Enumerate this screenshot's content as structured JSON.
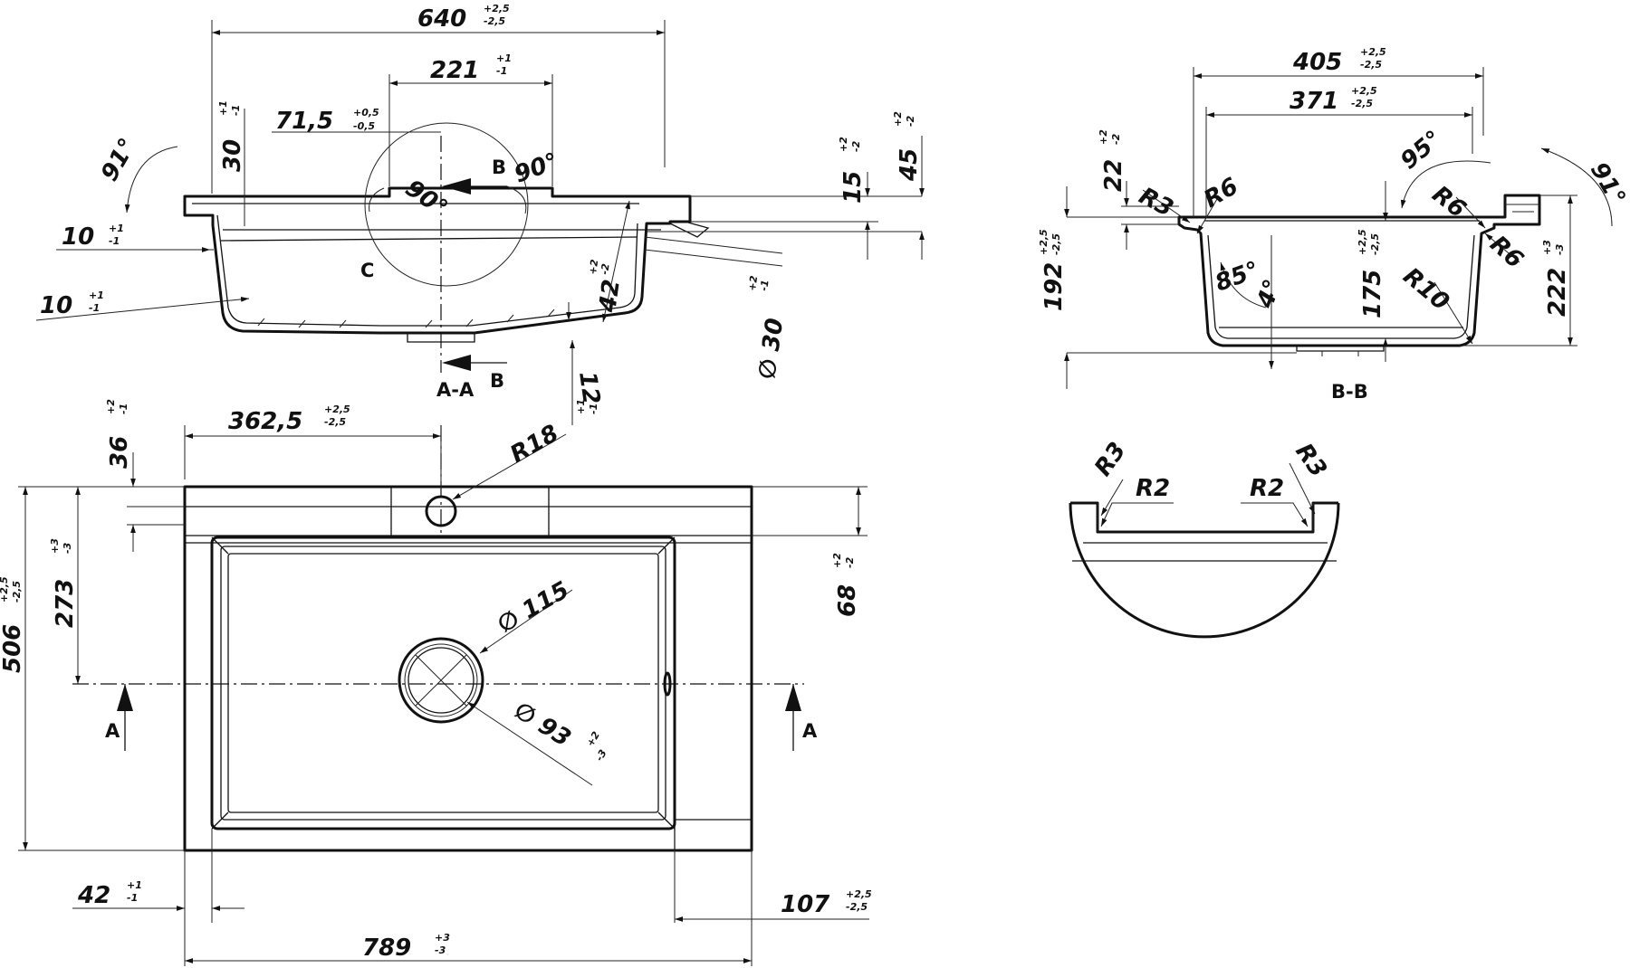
{
  "plan": {
    "width": {
      "value": "789",
      "tol_plus": "+3",
      "tol_minus": "-3"
    },
    "depth": {
      "value": "506",
      "tol_plus": "+2,5",
      "tol_minus": "-2,5"
    },
    "tap_offset": {
      "value": "362,5",
      "tol_plus": "+2,5",
      "tol_minus": "-2,5"
    },
    "deck_width": {
      "value": "36",
      "tol_plus": "+2",
      "tol_minus": "-1"
    },
    "drain_offset": {
      "value": "273",
      "tol_plus": "+3",
      "tol_minus": "-3"
    },
    "rim_right": {
      "value": "68",
      "tol_plus": "+2",
      "tol_minus": "-2"
    },
    "rim_left": {
      "value": "42",
      "tol_plus": "+1",
      "tol_minus": "-1"
    },
    "drainer": {
      "value": "107",
      "tol_plus": "+2,5",
      "tol_minus": "-2,5"
    },
    "tap_hole": {
      "value": "R18"
    },
    "drain_outer": {
      "value": "115",
      "prefix": "∅"
    },
    "drain_inner": {
      "value": "93",
      "prefix": "∅",
      "tol_plus": "+2",
      "tol_minus": "-3"
    },
    "section_mark": "A"
  },
  "section_aa": {
    "label": "A-A",
    "overall": {
      "value": "640",
      "tol_plus": "+2,5",
      "tol_minus": "-2,5"
    },
    "recess": {
      "value": "221",
      "tol_plus": "+1",
      "tol_minus": "-1"
    },
    "recess_offset": {
      "value": "71,5",
      "tol_plus": "+0,5",
      "tol_minus": "-0,5"
    },
    "recess_depth": {
      "value": "30",
      "tol_plus": "+1",
      "tol_minus": "-1"
    },
    "height": {
      "value": "45",
      "tol_plus": "+2",
      "tol_minus": "-2"
    },
    "rim": {
      "value": "15",
      "tol_plus": "+2",
      "tol_minus": "-2"
    },
    "wall_top": {
      "value": "10",
      "tol_plus": "+1",
      "tol_minus": "-1"
    },
    "wall_bottom": {
      "value": "10",
      "tol_plus": "+1",
      "tol_minus": "-1"
    },
    "inner_depth": {
      "value": "42",
      "tol_plus": "+2",
      "tol_minus": "-2"
    },
    "overflow": {
      "value": "30",
      "prefix": "∅",
      "tol_plus": "+2",
      "tol_minus": "-1"
    },
    "floor": {
      "value": "12",
      "tol_plus": "+1",
      "tol_minus": "-1"
    },
    "angle_outer": "91°",
    "angle_left": "90°",
    "angle_right": "90°",
    "detail_label": "C",
    "section_mark": "B"
  },
  "section_bb": {
    "label": "B-B",
    "outer_width": {
      "value": "405",
      "tol_plus": "+2,5",
      "tol_minus": "-2,5"
    },
    "inner_width": {
      "value": "371",
      "tol_plus": "+2,5",
      "tol_minus": "-2,5"
    },
    "height_total": {
      "value": "192",
      "tol_plus": "+2,5",
      "tol_minus": "-2,5"
    },
    "rim_height": {
      "value": "22",
      "tol_plus": "+2",
      "tol_minus": "-2"
    },
    "bowl_depth": {
      "value": "175",
      "tol_plus": "+2,5",
      "tol_minus": "-2,5"
    },
    "side_height": {
      "value": "222",
      "tol_plus": "+3",
      "tol_minus": "-3"
    },
    "r3": "R3",
    "r6_left": "R6",
    "r6_right_top": "R6",
    "r6_right": "R6",
    "r10": "R10",
    "angle_95": "95°",
    "angle_85": "85°",
    "angle_4": "4°",
    "angle_91": "91°"
  },
  "detail_c": {
    "r3_left": "R3",
    "r3_right": "R3",
    "r2_left": "R2",
    "r2_right": "R2"
  }
}
